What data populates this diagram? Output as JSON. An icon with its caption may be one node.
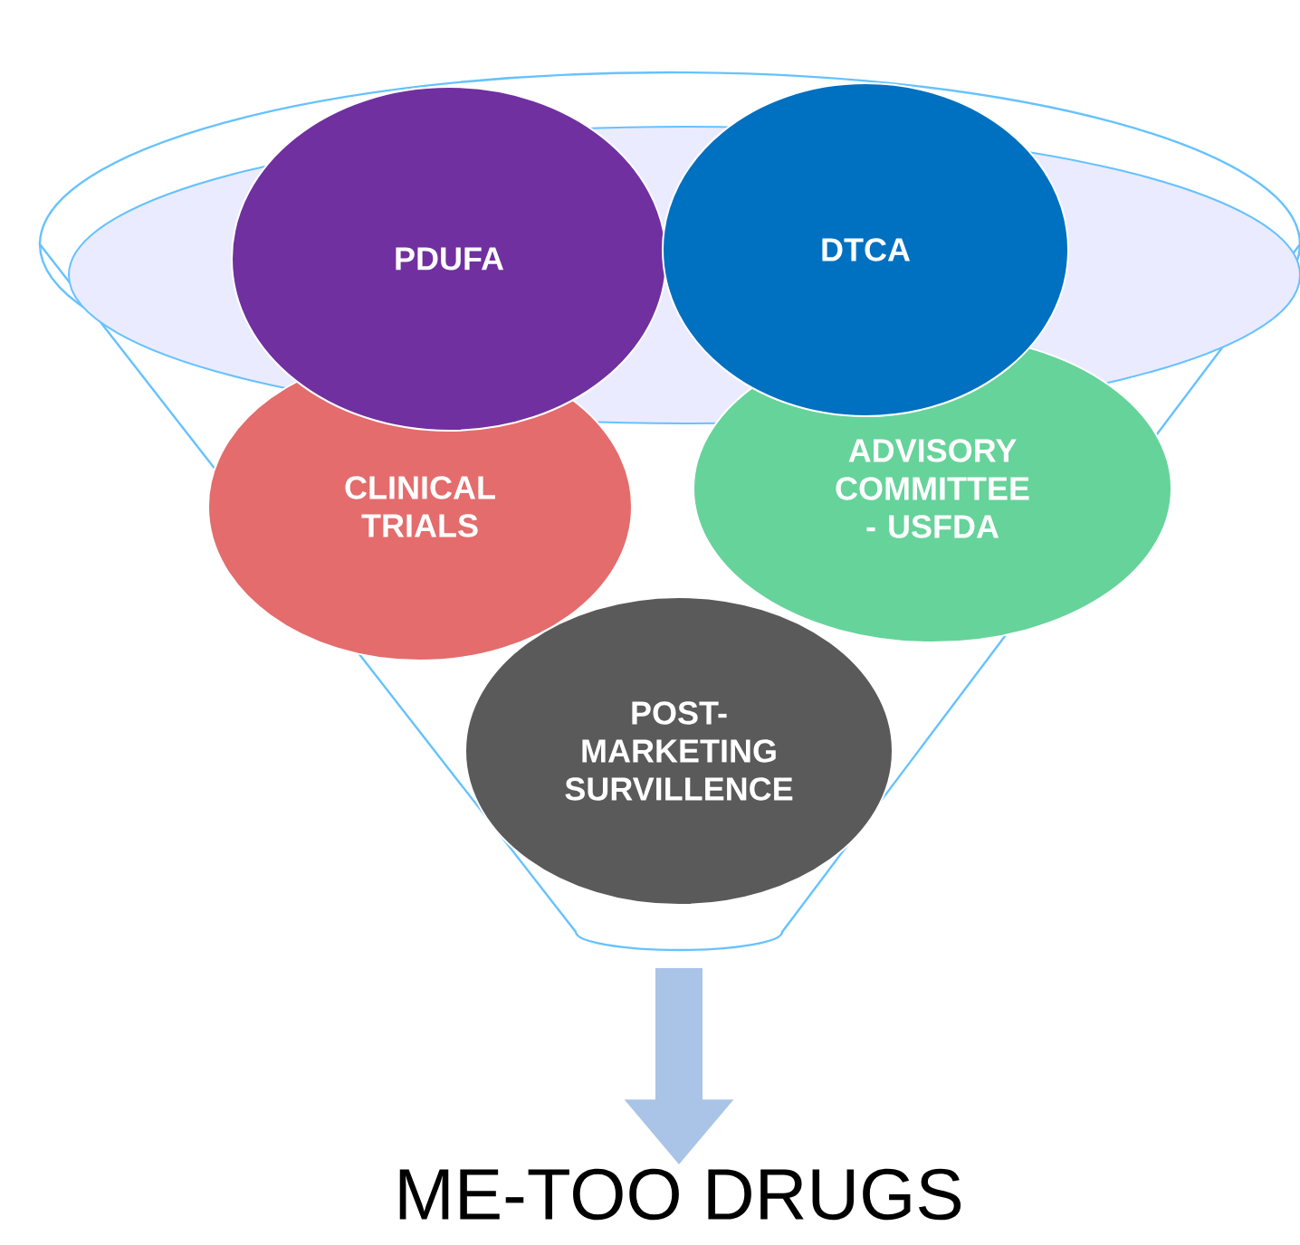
{
  "diagram": {
    "nodes": [
      {
        "text": [],
        "shape": "funnel"
      },
      {
        "text": [
          "PDUFA"
        ]
      },
      {
        "text": [
          "DTCA"
        ]
      },
      {
        "text": [
          "CLINICAL TRIALS"
        ],
        "in": 0
      },
      {
        "text": [
          "ADVISORY COMMITTEE - USFDA"
        ],
        "in": 0
      },
      {
        "text": [
          "POST-MARKETING SURVILLENCE"
        ],
        "in": 0
      },
      {
        "text": [
          "ME-TOO DRUGS"
        ]
      }
    ],
    "edges": [
      {
        "from": 0,
        "to": 6,
        "arrow": "to",
        "color": "#a9c4e6"
      }
    ]
  }
}
